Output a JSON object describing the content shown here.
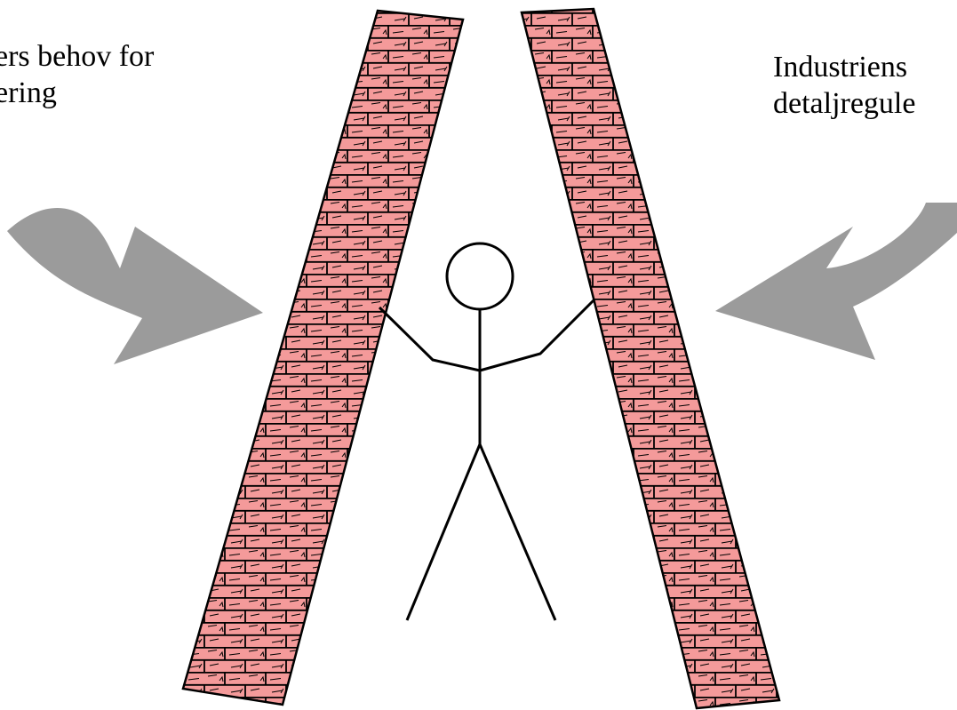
{
  "left_caption": {
    "line1": "ers behov for",
    "line2": "ering"
  },
  "right_caption": {
    "line1": "Industriens",
    "line2": "detaljregule"
  },
  "colors": {
    "brick_fill": "#f49a9a",
    "mortar": "#000000",
    "arrow": "#9b9b9b",
    "figure": "#000000",
    "background": "#ffffff"
  },
  "icons": {
    "left_arrow": "curved-arrow-right-icon",
    "right_arrow": "curved-arrow-left-icon",
    "person": "stick-figure-icon"
  }
}
